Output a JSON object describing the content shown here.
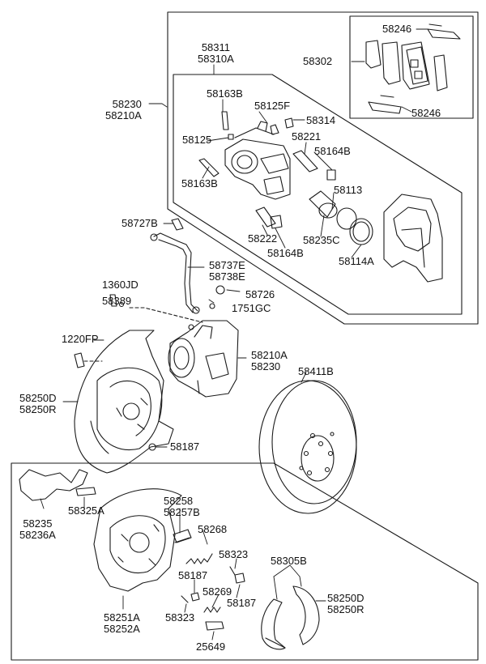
{
  "labels": {
    "p58246_top": "58246",
    "p58302": "58302",
    "p58246_bot": "58246",
    "p58311": "58311",
    "p58310A": "58310A",
    "p58230_top": "58230",
    "p58210A_top": "58210A",
    "p58163B_top": "58163B",
    "p58125F": "58125F",
    "p58314": "58314",
    "p58221": "58221",
    "p58125": "58125",
    "p58164B_top": "58164B",
    "p58163B_bot": "58163B",
    "p58113": "58113",
    "p58727B": "58727B",
    "p58222": "58222",
    "p58235C": "58235C",
    "p58164B_bot": "58164B",
    "p58114A": "58114A",
    "p58737E": "58737E",
    "p58738E": "58738E",
    "p1360JD": "1360JD",
    "p58726": "58726",
    "p58389": "58389",
    "p1751GC": "1751GC",
    "p1220FP": "1220FP",
    "p58210A_mid": "58210A",
    "p58230_mid": "58230",
    "p58411B": "58411B",
    "p58250D_top": "58250D",
    "p58250R_top": "58250R",
    "p58187_mid": "58187",
    "p58235": "58235",
    "p58236A": "58236A",
    "p58325A": "58325A",
    "p58258": "58258",
    "p58257B": "58257B",
    "p58268": "58268",
    "p58323_right": "58323",
    "p58305B": "58305B",
    "p58187_left": "58187",
    "p58269": "58269",
    "p58187_right": "58187",
    "p58250D_bot": "58250D",
    "p58250R_bot": "58250R",
    "p58251A": "58251A",
    "p58252A": "58252A",
    "p58323_left": "58323",
    "p25649": "25649"
  }
}
